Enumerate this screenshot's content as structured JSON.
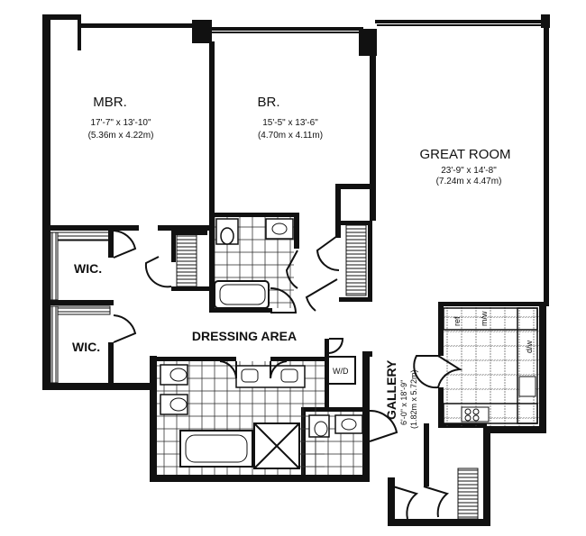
{
  "rooms": {
    "mbr": {
      "name": "MBR.",
      "dim_imperial": "17'-7\" x 13'-10\"",
      "dim_metric": "(5.36m x 4.22m)"
    },
    "br": {
      "name": "BR.",
      "dim_imperial": "15'-5\" x 13'-6\"",
      "dim_metric": "(4.70m x 4.11m)"
    },
    "great_room": {
      "name": "GREAT ROOM",
      "dim_imperial": "23'-9\" x 14'-8\"",
      "dim_metric": "(7.24m x 4.47m)"
    },
    "wic_upper": {
      "name": "WIC."
    },
    "wic_lower": {
      "name": "WIC."
    },
    "dressing_area": {
      "name": "DRESSING AREA"
    },
    "gallery": {
      "name": "GALLERY",
      "dim_imperial": "6'-0\" x 18'-9\"",
      "dim_metric": "(1.82m x 5.72m)"
    },
    "wd": {
      "name": "W/D"
    }
  },
  "kitchen": {
    "ref": "ref",
    "mw": "m/w",
    "dw": "d/w"
  }
}
